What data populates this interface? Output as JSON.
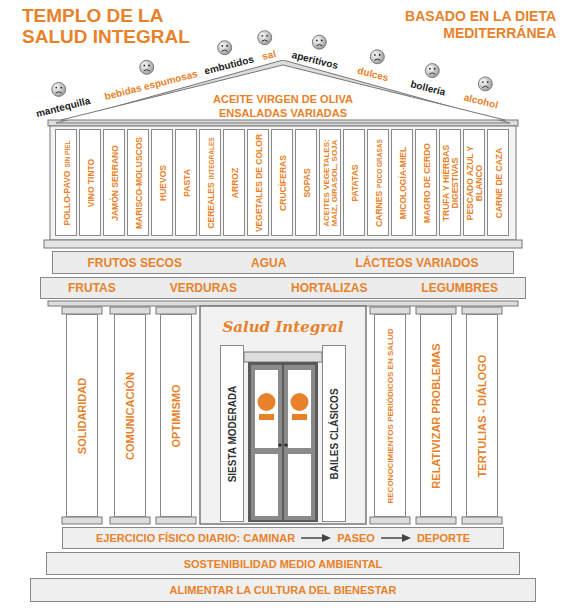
{
  "diagram": {
    "title": "TEMPLO DE LA SALUD INTEGRAL",
    "nodes": [
      {
        "text": [
          "ACEITE VIRGEN DE OLIVA",
          "ENSALADAS VARIADAS"
        ]
      },
      {
        "text": [
          "POLLO-PAVO",
          "SIN PIEL"
        ]
      },
      {
        "text": [
          "VINO TINTO"
        ]
      },
      {
        "text": [
          "JAMÓN SERRANO"
        ]
      },
      {
        "text": [
          "MARISCO-MOLUSCOS"
        ]
      },
      {
        "text": [
          "HUEVOS"
        ]
      },
      {
        "text": [
          "PASTA"
        ]
      },
      {
        "text": [
          "CEREALES",
          "INTEGRALES"
        ]
      },
      {
        "text": [
          "ARROZ"
        ]
      },
      {
        "text": [
          "VEGETALES DE COLOR"
        ]
      },
      {
        "text": [
          "CRUCÍFERAS"
        ]
      },
      {
        "text": [
          "SOPAS"
        ]
      },
      {
        "text": [
          "ACEITES VEGETALES: MAÍZ, GIRASOL, SOJA"
        ]
      },
      {
        "text": [
          "PATATAS"
        ]
      },
      {
        "text": [
          "CARNES",
          "POCO GRASAS"
        ]
      },
      {
        "text": [
          "MICOLOGÍA-MIEL"
        ]
      },
      {
        "text": [
          "MAGRO DE CERDO"
        ]
      },
      {
        "text": [
          "TRUFA Y HIERBAS DIGESTIVAS"
        ]
      },
      {
        "text": [
          "PESCADO AZUL Y BLANCO"
        ]
      },
      {
        "text": [
          "CARNE DE CAZA"
        ]
      },
      {
        "text": [
          "FRUTOS SECOS",
          "AGUA",
          "LÁCTEOS VARIADOS"
        ]
      },
      {
        "text": [
          "FRUTAS",
          "VERDURAS",
          "HORTALIZAS",
          "LEGUMBRES"
        ]
      },
      {
        "text": [
          "SOLIDARIDAD"
        ]
      },
      {
        "text": [
          "COMUNICACIÓN"
        ]
      },
      {
        "text": [
          "OPTIMISMO"
        ]
      },
      {
        "text": [
          "Salud Integral"
        ]
      },
      {
        "text": [
          "SIESTA MODERADA"
        ],
        "in": 25
      },
      {
        "text": [
          "BAILES CLÁSICOS"
        ],
        "in": 25
      },
      {
        "text": [
          "RECONOCIMIENTOS PERIÓDICOS EN SALUD"
        ]
      },
      {
        "text": [
          "RELATIVIZAR PROBLEMAS"
        ]
      },
      {
        "text": [
          "TERTULIAS - DIÁLOGO"
        ]
      },
      {
        "text": [
          "EJERCICIO FÍSICO DIARIO: CAMINAR",
          "PASEO",
          "DEPORTE"
        ]
      },
      {
        "text": [
          "SOSTENIBILIDAD MEDIO AMBIENTAL"
        ]
      },
      {
        "text": [
          "ALIMENTAR LA CULTURA DEL BIENESTAR"
        ]
      }
    ],
    "labels": [
      "BASADO EN LA DIETA MEDITERRÁNEA",
      "mantequilla",
      "bebidas espumosas",
      "embutidos",
      "sal",
      "aperitivos",
      "dulces",
      "bollería",
      "alcohol"
    ]
  }
}
